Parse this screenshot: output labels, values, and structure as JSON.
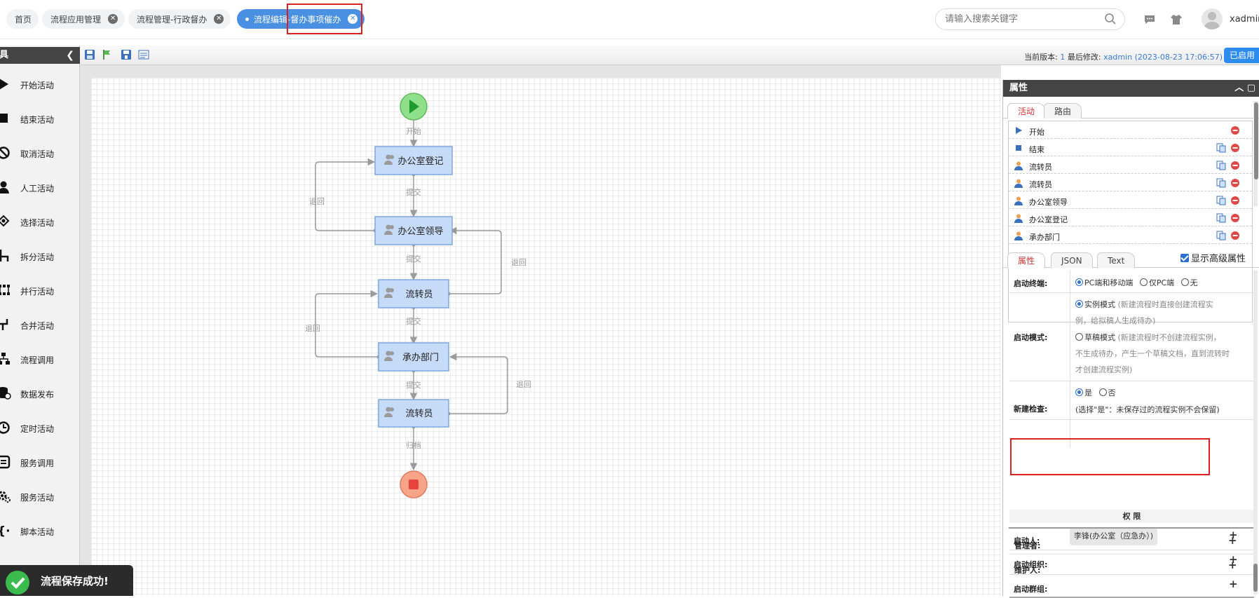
{
  "tabs": [
    {
      "label": "首页",
      "closable": false
    },
    {
      "label": "流程应用管理",
      "closable": true
    },
    {
      "label": "流程管理-行政督办",
      "closable": true
    },
    {
      "label": "流程编辑-督办事项催办",
      "closable": true,
      "active": true
    }
  ],
  "header": {
    "search_placeholder": "请输入搜索关键字",
    "username": "xadmin"
  },
  "toolbar": {
    "version_label": "当前版本:",
    "version_value": "1",
    "modified_label": "最后修改:",
    "modified_value": "xadmin (2023-08-23 17:06:57)",
    "status": "已启用"
  },
  "palette": {
    "title": "工具",
    "items": [
      {
        "label": "开始活动",
        "icon": "play-icon"
      },
      {
        "label": "结束活动",
        "icon": "stop-square-icon"
      },
      {
        "label": "取消活动",
        "icon": "cancel-circle-icon"
      },
      {
        "label": "人工活动",
        "icon": "person-icon"
      },
      {
        "label": "选择活动",
        "icon": "choice-icon"
      },
      {
        "label": "拆分活动",
        "icon": "split-icon"
      },
      {
        "label": "并行活动",
        "icon": "parallel-icon"
      },
      {
        "label": "合并活动",
        "icon": "merge-icon"
      },
      {
        "label": "流程调用",
        "icon": "process-call-icon"
      },
      {
        "label": "数据发布",
        "icon": "database-icon"
      },
      {
        "label": "定时活动",
        "icon": "clock-icon"
      },
      {
        "label": "服务调用",
        "icon": "service-call-icon"
      },
      {
        "label": "服务活动",
        "icon": "gears-icon"
      },
      {
        "label": "脚本活动",
        "icon": "script-braces-icon"
      }
    ]
  },
  "flow": {
    "nodes": {
      "start_label": "开始",
      "n1": "办公室登记",
      "n2": "办公室领导",
      "n3": "流转员",
      "n4": "承办部门",
      "n5": "流转员"
    },
    "edges": {
      "submit1": "提交",
      "submit2": "提交",
      "submit3": "提交",
      "submit4": "提交",
      "archive": "归档",
      "back1": "退回",
      "back2": "退回",
      "back3": "退回",
      "back4": "退回"
    }
  },
  "props": {
    "title": "属性",
    "tabs_top": [
      "活动",
      "路由"
    ],
    "activities": [
      {
        "name": "开始",
        "icon": "start-triangle-icon",
        "copy": false
      },
      {
        "name": "结束",
        "icon": "end-square-icon",
        "copy": true
      },
      {
        "name": "流转员",
        "icon": "user-icon",
        "copy": true
      },
      {
        "name": "流转员",
        "icon": "user-icon",
        "copy": true
      },
      {
        "name": "办公室领导",
        "icon": "user-icon",
        "copy": true
      },
      {
        "name": "办公室登记",
        "icon": "user-icon",
        "copy": true
      },
      {
        "name": "承办部门",
        "icon": "user-icon",
        "copy": true
      }
    ],
    "tabs_bottom": [
      "属性",
      "JSON",
      "Text"
    ],
    "advanced_label": "显示高级属性",
    "start_terminal_label": "启动终端:",
    "terminal_opt1": "PC端和移动端",
    "terminal_opt2": "仅PC端",
    "terminal_opt3": "无",
    "start_mode_label": "启动模式:",
    "mode_opt1": "实例模式",
    "mode_opt1_hint_a": "(新建流程时直接创建流程实",
    "mode_opt1_hint_b": "例，给拟稿人生成待办)",
    "mode_opt2": "草稿模式",
    "mode_opt2_hint_a": "(新建流程时不创建流程实例，",
    "mode_opt2_hint_b": "不生成待办，产生一个草稿文档，直到流转时",
    "mode_opt2_hint_c": "才创建流程实例)",
    "new_check_label": "新建检查:",
    "check_yes": "是",
    "check_no": "否",
    "check_hint": "(选择\"是\"：未保存过的流程实例不会保留)",
    "permission_title": "权 限",
    "starter_label": "启动人:",
    "starter_value": "李锋(办公室（应急办）)",
    "start_org_label": "启动组织:",
    "start_group_label": "启动群组:",
    "manager_label": "管理者:",
    "maintainer_label": "维护人:"
  },
  "toast": {
    "message": "流程保存成功!"
  }
}
